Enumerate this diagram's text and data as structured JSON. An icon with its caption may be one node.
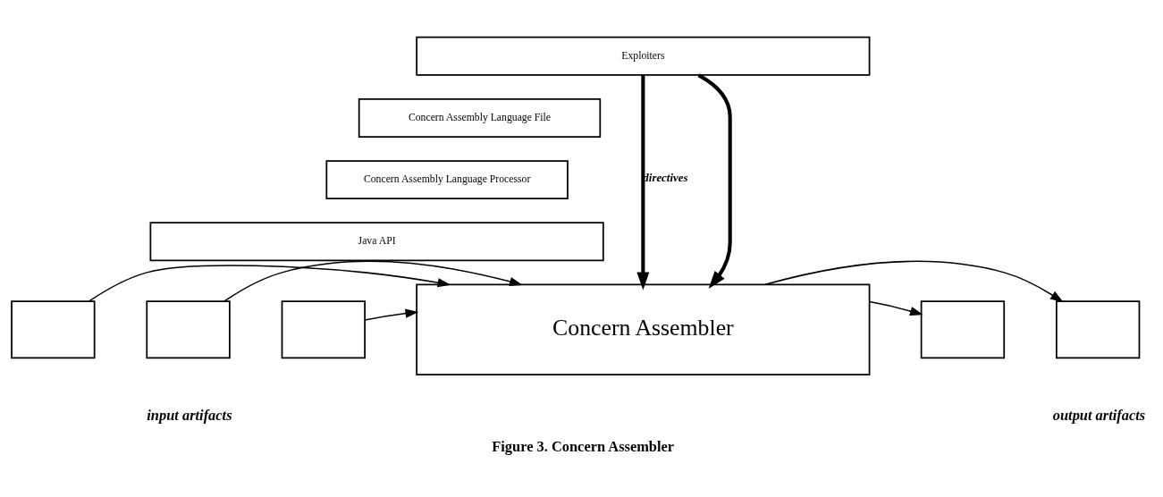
{
  "diagram": {
    "caption": "Figure 3. Concern Assembler",
    "nodes": [
      {
        "text": [
          "Exploiters"
        ]
      },
      {
        "text": [
          "Concern Assembly Language File"
        ]
      },
      {
        "text": [
          "Concern Assembly Language Processor"
        ]
      },
      {
        "text": [
          "Java API"
        ]
      },
      {
        "text": [
          "Concern Assembler"
        ]
      },
      {
        "text": [],
        "shape": "box"
      },
      {
        "text": [],
        "shape": "box"
      },
      {
        "text": [],
        "shape": "box"
      },
      {
        "text": [],
        "shape": "box"
      },
      {
        "text": [],
        "shape": "box"
      }
    ],
    "edges": [
      {
        "from": 0,
        "to": 4,
        "arrow": "to",
        "style": "thick",
        "label": "directives"
      },
      {
        "from": 0,
        "to": 4,
        "arrow": "to",
        "style": "thick"
      },
      {
        "from": 5,
        "to": 4,
        "arrow": "to"
      },
      {
        "from": 6,
        "to": 4,
        "arrow": "to"
      },
      {
        "from": 7,
        "to": 4,
        "arrow": "to"
      },
      {
        "from": 4,
        "to": 8,
        "arrow": "to"
      },
      {
        "from": 4,
        "to": 9,
        "arrow": "to"
      }
    ],
    "labels": [
      "input artifacts",
      "output artifacts"
    ]
  }
}
